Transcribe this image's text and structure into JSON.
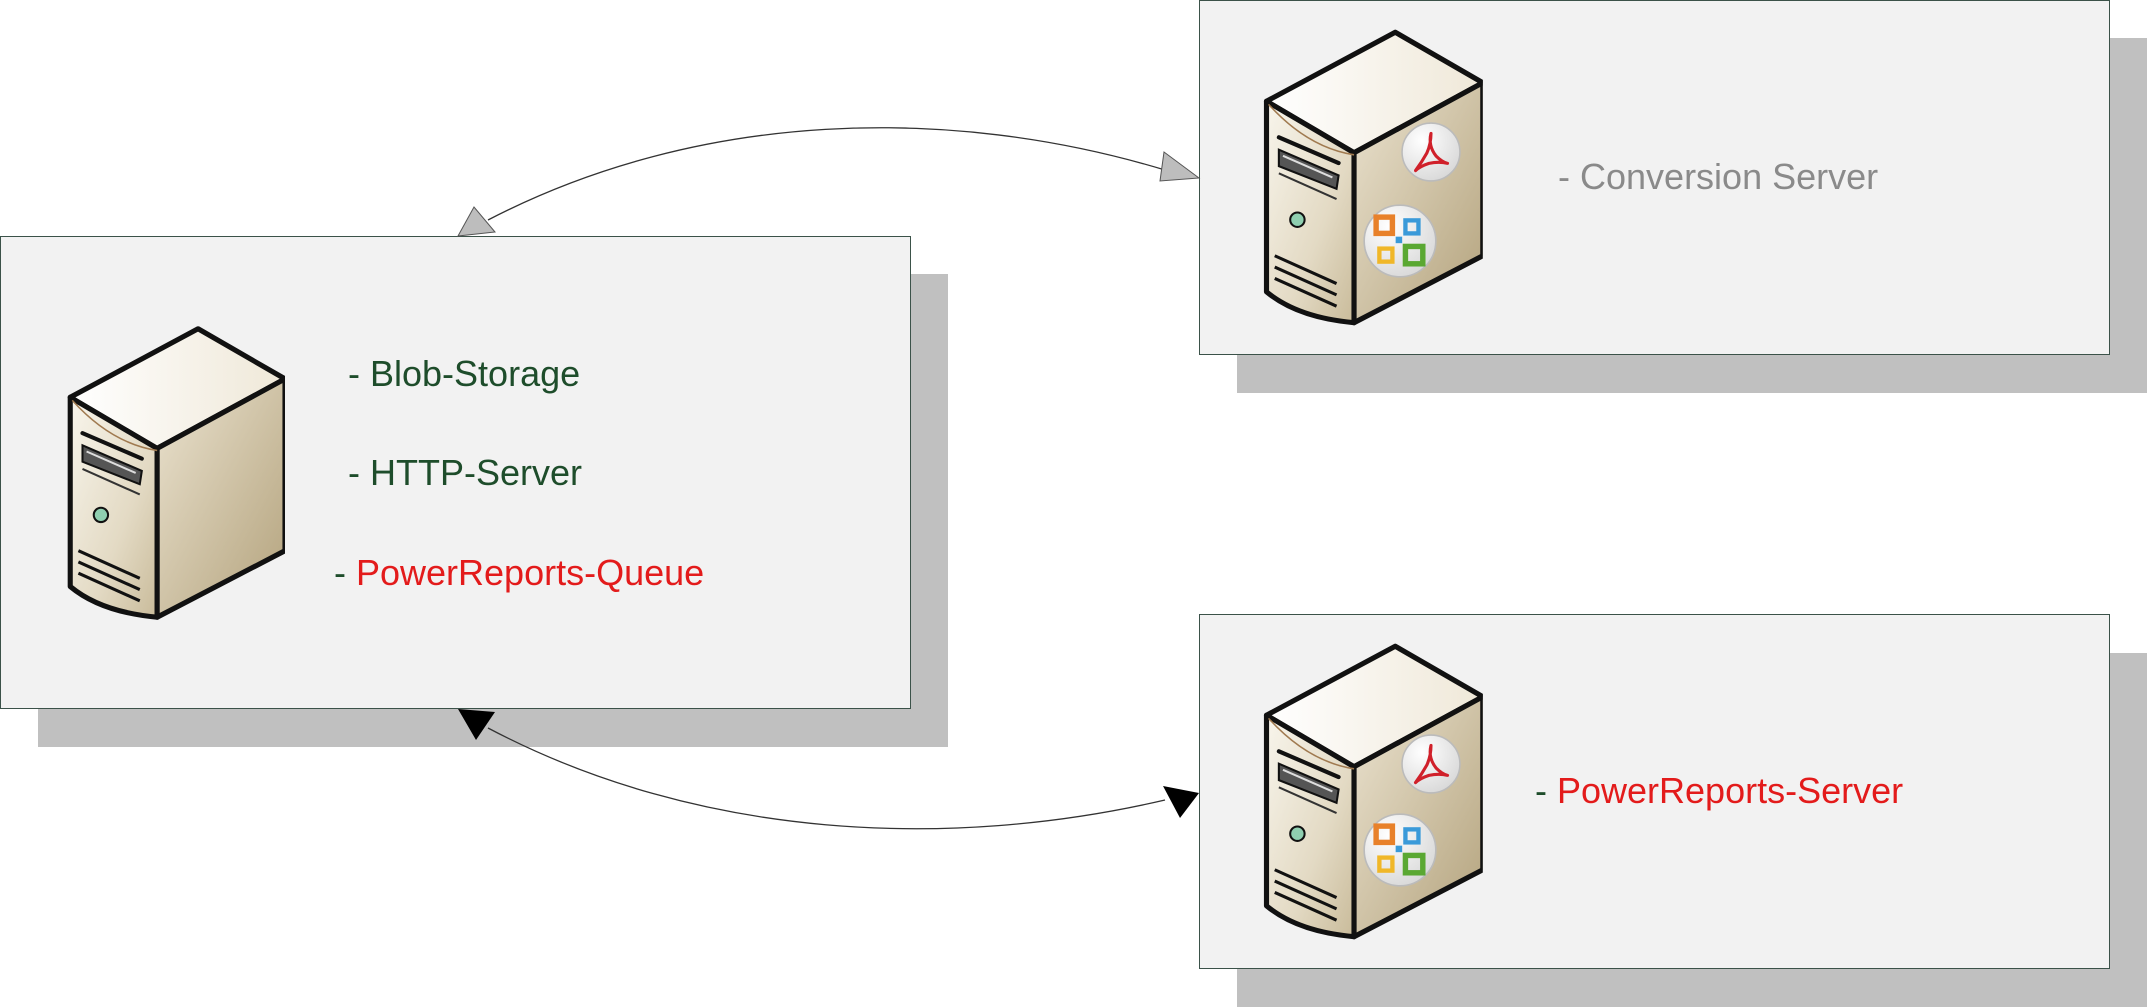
{
  "colors": {
    "text_green": "#1e4d2b",
    "text_red": "#e31b1b",
    "text_gray": "#8a8a8a",
    "box_fill": "#f2f2f2",
    "box_border": "#3b5249",
    "shadow": "#c0c0c0",
    "arrow_top": "#bdbdbd",
    "arrow_bottom": "#000000"
  },
  "main_node": {
    "icon": "server-icon",
    "items": [
      {
        "dash": "- ",
        "text": "Blob-Storage",
        "color": "green"
      },
      {
        "dash": "- ",
        "text": "HTTP-Server",
        "color": "green"
      },
      {
        "dash": "- ",
        "text": "PowerReports-Queue",
        "color": "red"
      }
    ]
  },
  "conversion_node": {
    "icon": "server-icon",
    "badges": [
      "pdf-icon",
      "office-icon"
    ],
    "dash": "- ",
    "text": "Conversion Server",
    "color": "gray"
  },
  "powerreports_node": {
    "icon": "server-icon",
    "badges": [
      "pdf-icon",
      "office-icon"
    ],
    "dash": "- ",
    "text": "PowerReports-Server",
    "color": "red"
  },
  "connectors": [
    {
      "from": "main_node",
      "to": "conversion_node",
      "style": "light-gray-arrows"
    },
    {
      "from": "main_node",
      "to": "powerreports_node",
      "style": "black-arrows"
    }
  ]
}
